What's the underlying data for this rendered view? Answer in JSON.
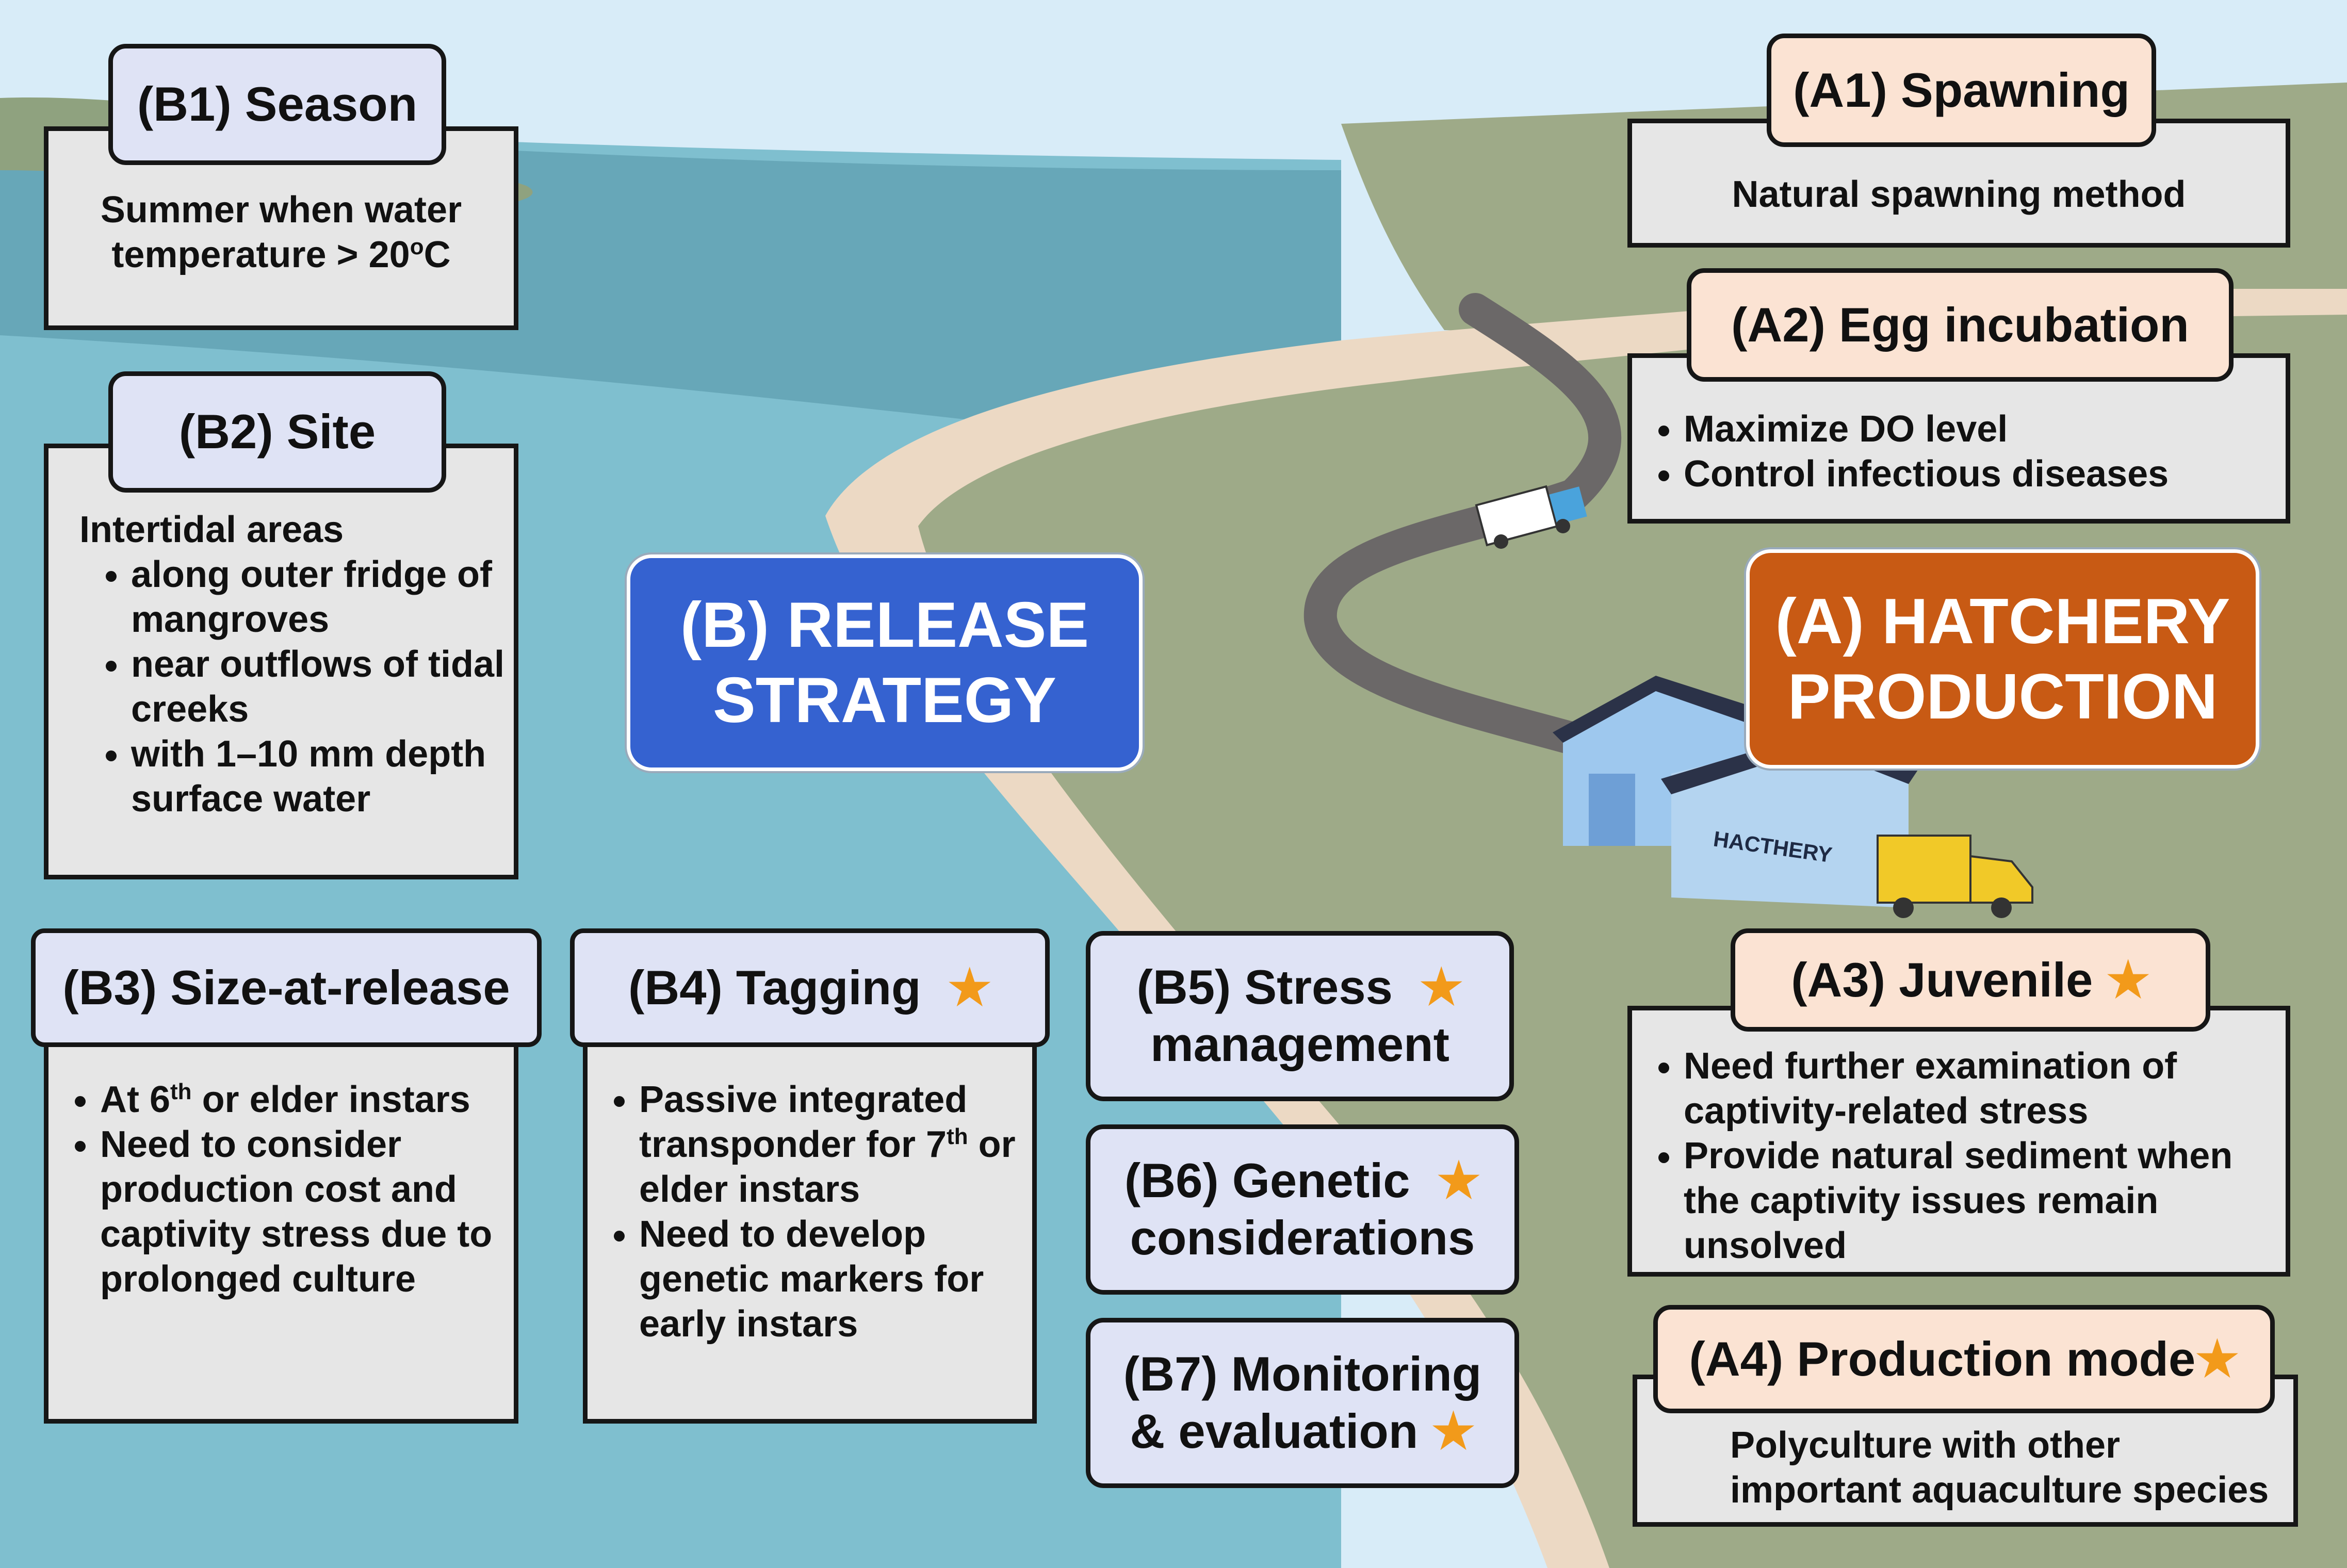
{
  "colors": {
    "sky": "#d8ecf8",
    "water": "#7cbccc",
    "land": "#9eaa88",
    "sand": "#ecd9c4",
    "road": "#6b6868",
    "release_box": "#3562d0",
    "hatchery_box": "#c85a14",
    "tab_b": "#dfe3f5",
    "tab_a": "#fbe3d3",
    "star": "#f29a1a"
  },
  "center": {
    "release": {
      "line1": "(B) RELEASE",
      "line2": "STRATEGY"
    },
    "hatchery": {
      "line1": "(A) HATCHERY",
      "line2": "PRODUCTION"
    }
  },
  "scene": {
    "building_label": "HACTHERY",
    "star_icon": "star-icon"
  },
  "b1": {
    "title": "(B1) Season",
    "line1": "Summer when water",
    "line2_pre": "temperature > 20",
    "line2_sup": "o",
    "line2_post": "C"
  },
  "b2": {
    "title": "(B2) Site",
    "intro": "Intertidal areas",
    "items": [
      "along outer fridge of mangroves",
      "near outflows of tidal creeks",
      "with 1–10 mm depth surface water"
    ]
  },
  "b3": {
    "title": "(B3) Size-at-release",
    "item1_pre": "At 6",
    "item1_sup": "th",
    "item1_post": " or elder instars",
    "item2": "Need to consider production cost and captivity stress due to prolonged culture"
  },
  "b4": {
    "title": "(B4) Tagging",
    "star": "★",
    "item1_pre": "Passive integrated transponder for 7",
    "item1_sup": "th",
    "item1_post": " or elder instars",
    "item2": "Need to develop genetic markers for early instars"
  },
  "b5": {
    "line1": "(B5) Stress",
    "line2": "management",
    "star": "★"
  },
  "b6": {
    "line1": "(B6) Genetic",
    "line2": "considerations",
    "star": "★"
  },
  "b7": {
    "line1": "(B7) Monitoring",
    "line2": "& evaluation",
    "star": "★"
  },
  "a1": {
    "title": "(A1) Spawning",
    "text": "Natural spawning method"
  },
  "a2": {
    "title": "(A2) Egg incubation",
    "items": [
      "Maximize DO level",
      "Control infectious diseases"
    ]
  },
  "a3": {
    "title": "(A3) Juvenile",
    "star": "★",
    "items": [
      "Need further examination of captivity-related stress",
      "Provide natural sediment when the captivity issues remain unsolved"
    ]
  },
  "a4": {
    "title": "(A4) Production mode",
    "star": "★",
    "line1": "Polyculture with other",
    "line2": "important aquaculture species"
  }
}
